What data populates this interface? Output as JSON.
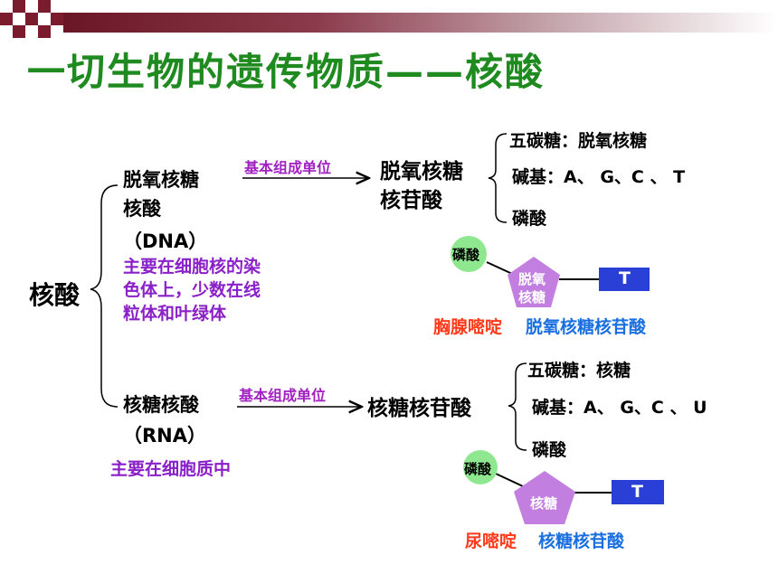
{
  "title": "一切生物的遗传物质——核酸",
  "root": "核酸",
  "dna": {
    "name_line1": "脱氧核糖",
    "name_line2": "核酸",
    "abbr": "（DNA）",
    "location_line1": "主要在细胞核的染",
    "location_line2": "色体上，少数在线",
    "location_line3": "粒体和叶绿体",
    "arrow_label": "基本组成单位",
    "unit_line1": "脱氧核糖",
    "unit_line2": "核苷酸",
    "components": {
      "sugar": "五碳糖：脱氧核糖",
      "base": "碱基：A、 G、C 、 T",
      "phosphate": "磷酸"
    },
    "diagram": {
      "phosphate": "磷酸",
      "sugar_line1": "脱氧",
      "sugar_line2": "核糖",
      "base": "T",
      "caption_base": "胸腺嘧啶",
      "caption_unit": "脱氧核糖核苷酸"
    }
  },
  "rna": {
    "name": "核糖核酸",
    "abbr": "（RNA）",
    "location": "主要在细胞质中",
    "arrow_label": "基本组成单位",
    "unit": "核糖核苷酸",
    "components": {
      "sugar": "五碳糖：核糖",
      "base": "碱基：A、 G、C 、 U",
      "phosphate": "磷酸"
    },
    "diagram": {
      "phosphate": "磷酸",
      "sugar": "核糖",
      "base": "T",
      "caption_base": "尿嘧啶",
      "caption_unit": "核糖核苷酸"
    }
  },
  "colors": {
    "title": "#1f8a1f",
    "phosphate_fill": "#8fe88f",
    "sugar_fill": "#c27fe0",
    "base_fill": "#2a3fd6",
    "purple_text": "#8a20c8",
    "red_text": "#ff3a1a",
    "blue_text": "#1a6fe0"
  }
}
